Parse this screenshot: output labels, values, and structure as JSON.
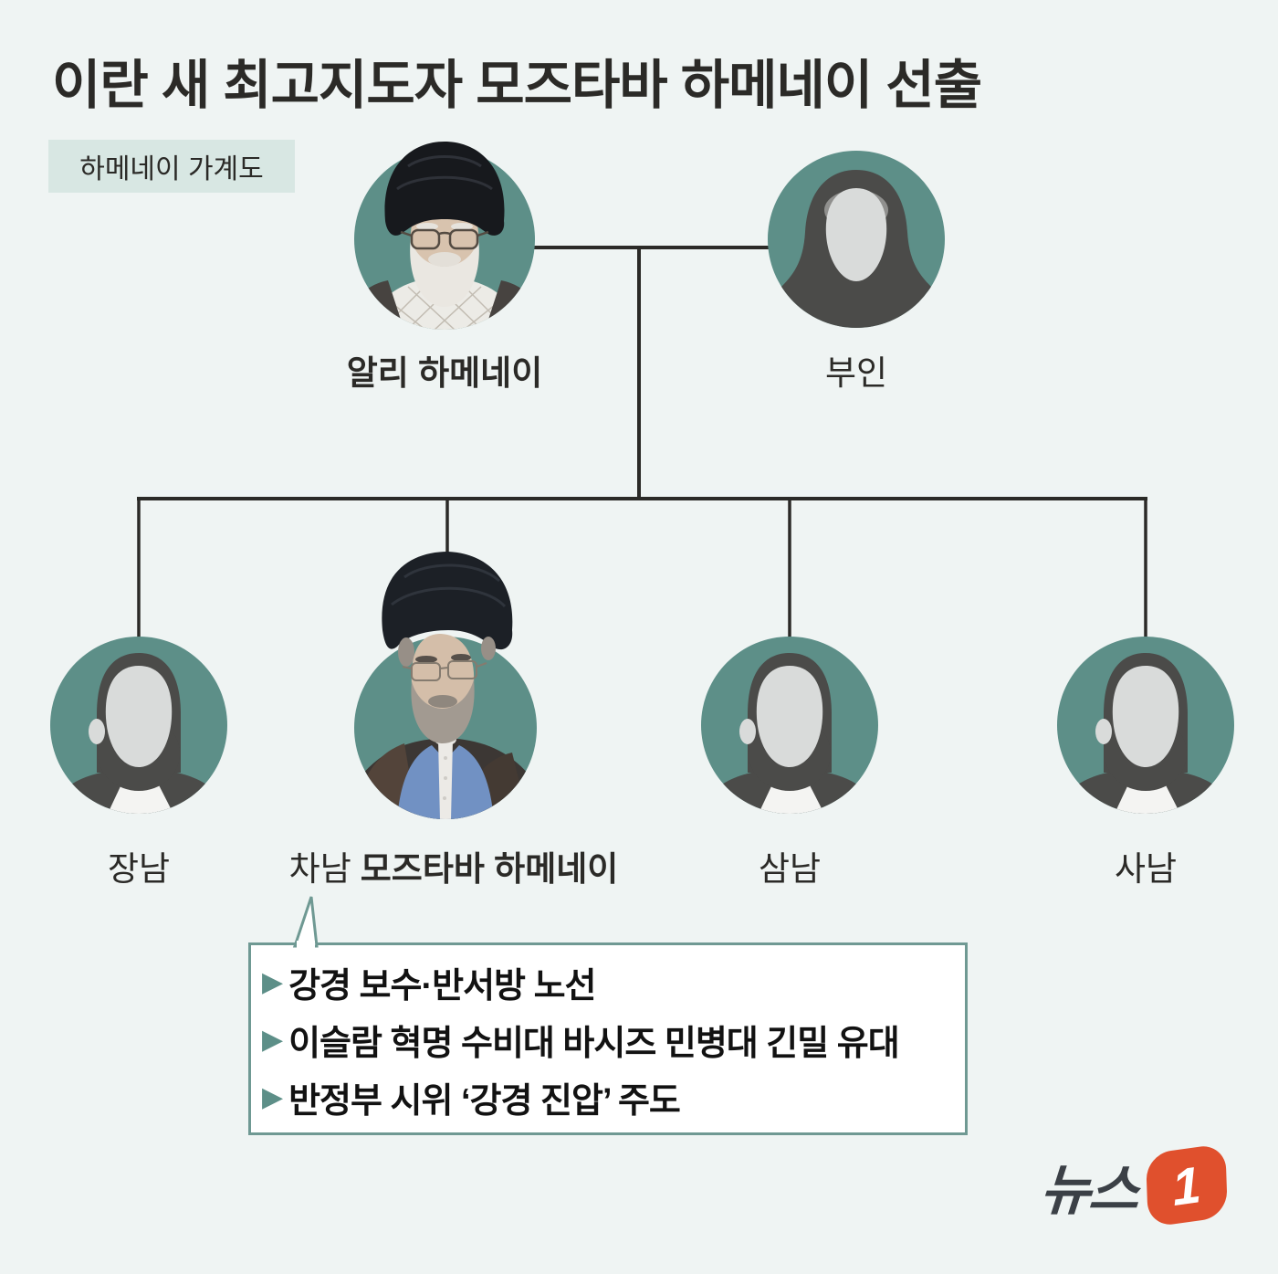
{
  "header": {
    "title": "이란 새 최고지도자 모즈타바 하메네이 선출",
    "tag": "하메네이 가계도"
  },
  "family_tree": {
    "parents": [
      {
        "name": "알리 하메네이",
        "portrait": "photo-man-black-turban-white-beard"
      },
      {
        "name": "부인",
        "portrait": "female-hijab-silhouette"
      }
    ],
    "children": [
      {
        "birth_order": "장남",
        "name": "",
        "portrait": "male-silhouette"
      },
      {
        "birth_order": "차남",
        "name": "모즈타바 하메네이",
        "portrait": "photo-man-black-turban-grey-beard"
      },
      {
        "birth_order": "삼남",
        "name": "",
        "portrait": "male-silhouette"
      },
      {
        "birth_order": "사남",
        "name": "",
        "portrait": "male-silhouette"
      }
    ]
  },
  "callout": {
    "bullet_glyph": "▶",
    "bullets": [
      "강경 보수·반서방 노선",
      "이슬람 혁명 수비대 바시즈 민병대 긴밀 유대",
      "반정부 시위 ‘강경 진압’ 주도"
    ]
  },
  "logo": {
    "text": "뉴스",
    "number": "1"
  },
  "colors": {
    "bg": "#eff4f3",
    "ink": "#2b2a27",
    "line": "#2b2a27",
    "teal": "#5d8f88",
    "figure": "#4b4b49",
    "face": "#d9dbda",
    "tag-bg": "#d8e7e3",
    "callout-border": "#6f9993",
    "bullet": "#5d8f88",
    "logo-text": "#3b4046",
    "logo-badge": "#e0502d"
  }
}
